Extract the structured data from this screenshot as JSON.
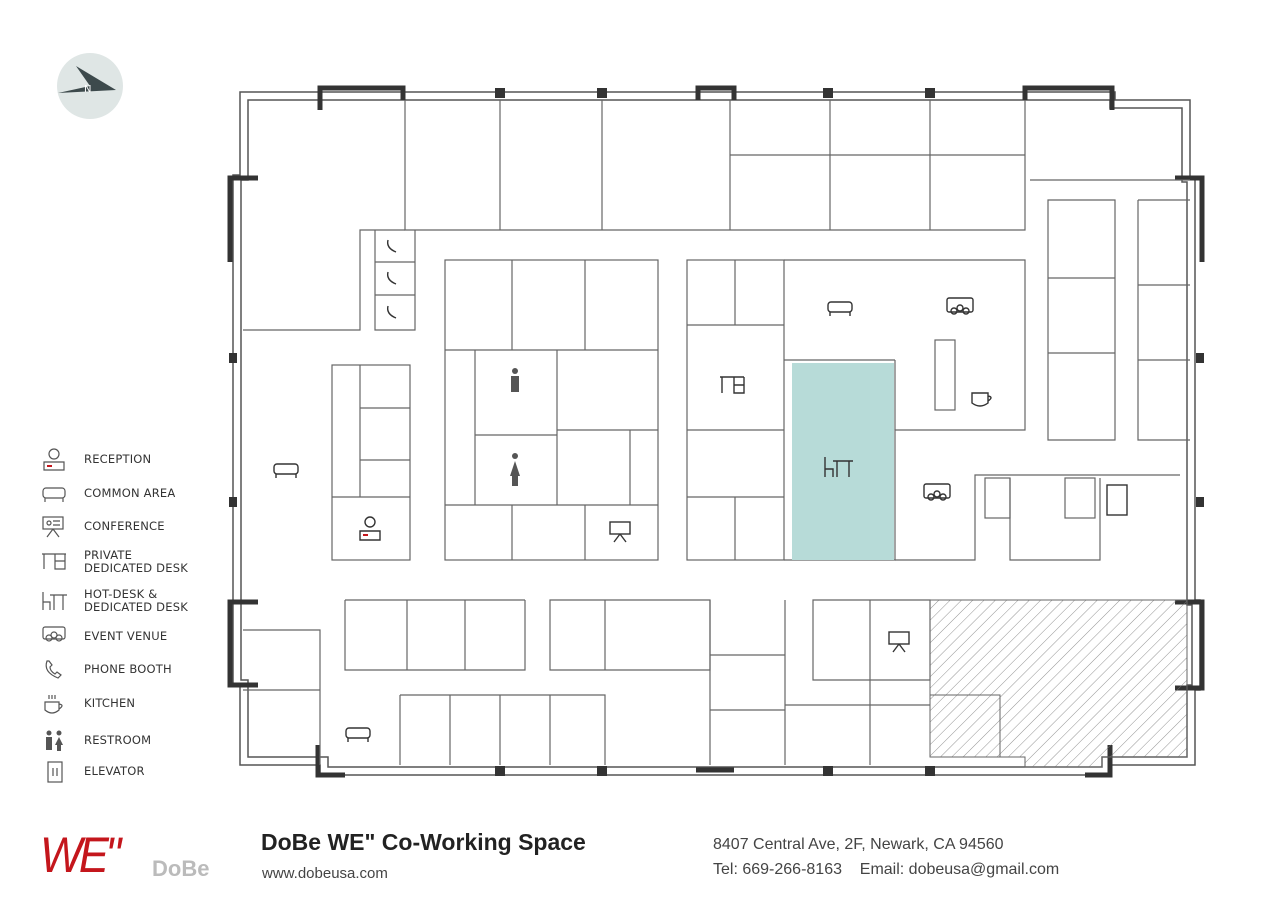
{
  "legend": [
    {
      "label": "RECEPTION",
      "icon": "reception-icon"
    },
    {
      "label": "COMMON AREA",
      "icon": "sofa-icon"
    },
    {
      "label": "CONFERENCE",
      "icon": "presentation-board-icon"
    },
    {
      "label": "PRIVATE\nDEDICATED DESK",
      "icon": "desk-icon"
    },
    {
      "label": "HOT-DESK &\nDEDICATED DESK",
      "icon": "hot-desk-icon"
    },
    {
      "label": "EVENT VENUE",
      "icon": "people-group-icon"
    },
    {
      "label": "PHONE BOOTH",
      "icon": "phone-icon"
    },
    {
      "label": "KITCHEN",
      "icon": "coffee-cup-icon"
    },
    {
      "label": "RESTROOM",
      "icon": "restroom-icon"
    },
    {
      "label": "ELEVATOR",
      "icon": "elevator-icon"
    }
  ],
  "footer": {
    "logo_text": "WE\" DoBe",
    "logo_we": "WE\"",
    "logo_dobe": "DoBe",
    "title": "DoBe WE\" Co-Working Space",
    "website": "www.dobeusa.com",
    "address": "8407 Central Ave, 2F, Newark, CA 94560",
    "contact": "Tel: 669-266-8163    Email: dobeusa@gmail.com"
  },
  "colors": {
    "highlight_room": "#b7dbd8",
    "wall": "#333333",
    "accent": "#c4161c",
    "compass": "#dfe6e5"
  }
}
